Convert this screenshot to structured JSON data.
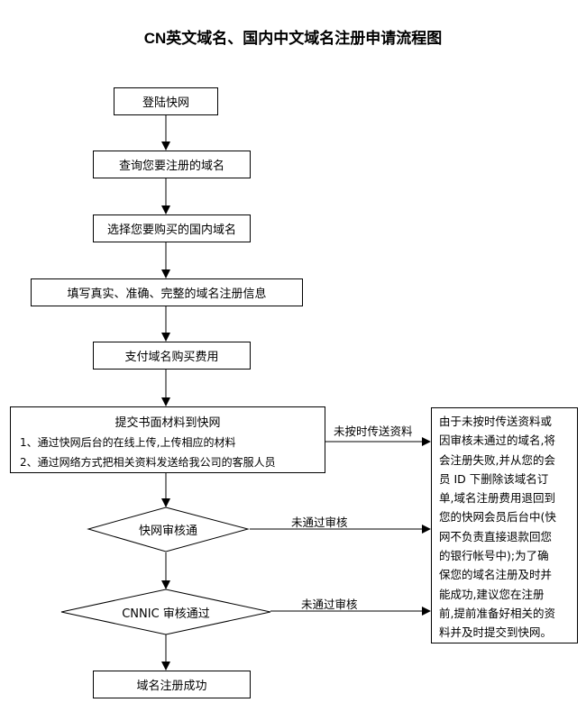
{
  "title": "CN英文域名、国内中文域名注册申请流程图",
  "steps": [
    {
      "label": "登陆快网"
    },
    {
      "label": "查询您要注册的域名"
    },
    {
      "label": "选择您要购买的国内域名"
    },
    {
      "label": "填写真实、准确、完整的域名注册信息"
    },
    {
      "label": "支付域名购买费用"
    }
  ],
  "submit_box": {
    "heading": "提交书面材料到快网",
    "lines": [
      "1、通过快网后台的在线上传,上传相应的材料",
      "2、通过网络方式把相关资料发送给我公司的客服人员"
    ]
  },
  "decisions": [
    {
      "label": "快网审核通"
    },
    {
      "label": "CNNIC 审核通过"
    }
  ],
  "final_step": {
    "label": "域名注册成功"
  },
  "edge_labels": {
    "not_sent_on_time": "未按时传送资料",
    "not_approved_1": "未通过审核",
    "not_approved_2": "未通过审核"
  },
  "failure_note": {
    "lines": [
      "由于未按时传送资料或",
      "因审核未通过的域名,将",
      "会注册失败,并从您的会",
      "员  ID 下删除该域名订",
      "单,域名注册费用退回到",
      "您的快网会员后台中(快",
      "网不负责直接退款回您",
      "的银行帐号中);为了确",
      "保您的域名注册及时并",
      "能成功,建议您在注册",
      "前,提前准备好相关的资",
      "料并及时提交到快网。"
    ]
  }
}
